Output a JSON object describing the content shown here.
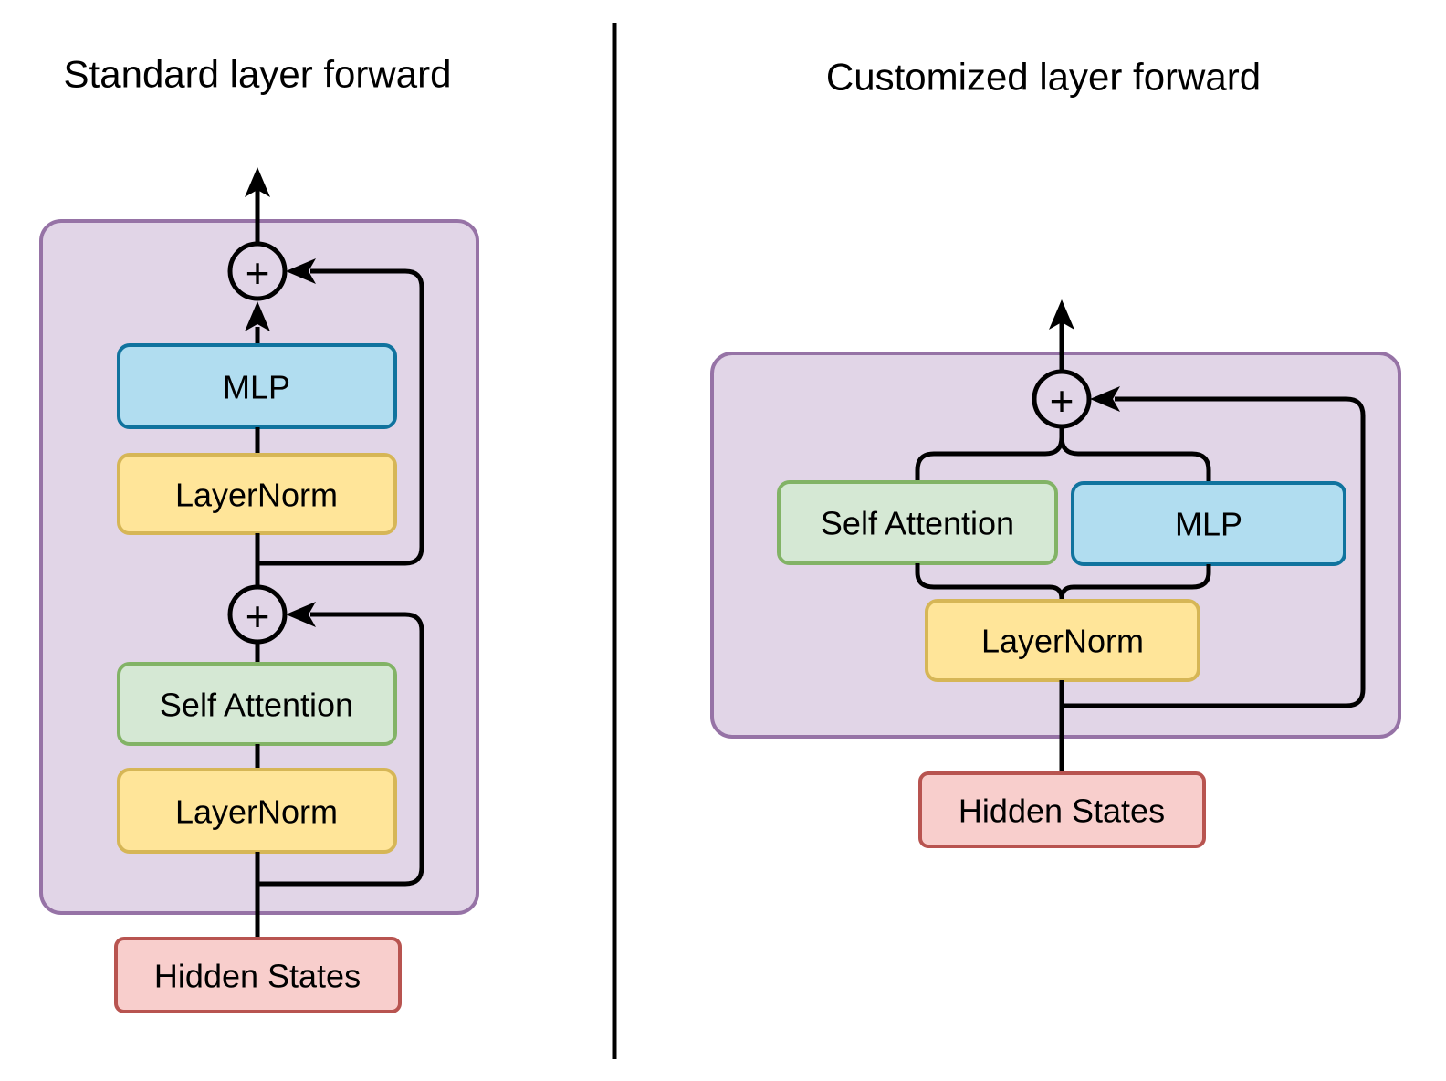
{
  "colors": {
    "background": "#ffffff",
    "container_fill": "#e1d5e7",
    "container_stroke": "#9673a6",
    "mlp_fill": "#b1ddf0",
    "mlp_stroke": "#10739e",
    "attention_fill": "#d5e8d4",
    "attention_stroke": "#82b366",
    "layernorm_fill": "#ffe599",
    "layernorm_stroke": "#d6b656",
    "hidden_fill": "#f8cecc",
    "hidden_stroke": "#b85450",
    "line": "#000000",
    "divider": "#000000",
    "text": "#000000"
  },
  "left_panel": {
    "title": "Standard layer forward",
    "add_top_symbol": "+",
    "add_bottom_symbol": "+",
    "blocks": {
      "mlp": "MLP",
      "layernorm_upper": "LayerNorm",
      "self_attention": "Self Attention",
      "layernorm_lower": "LayerNorm",
      "hidden_states": "Hidden States"
    }
  },
  "right_panel": {
    "title": "Customized layer forward",
    "add_symbol": "+",
    "blocks": {
      "self_attention": "Self Attention",
      "mlp": "MLP",
      "layernorm": "LayerNorm",
      "hidden_states": "Hidden States"
    }
  }
}
